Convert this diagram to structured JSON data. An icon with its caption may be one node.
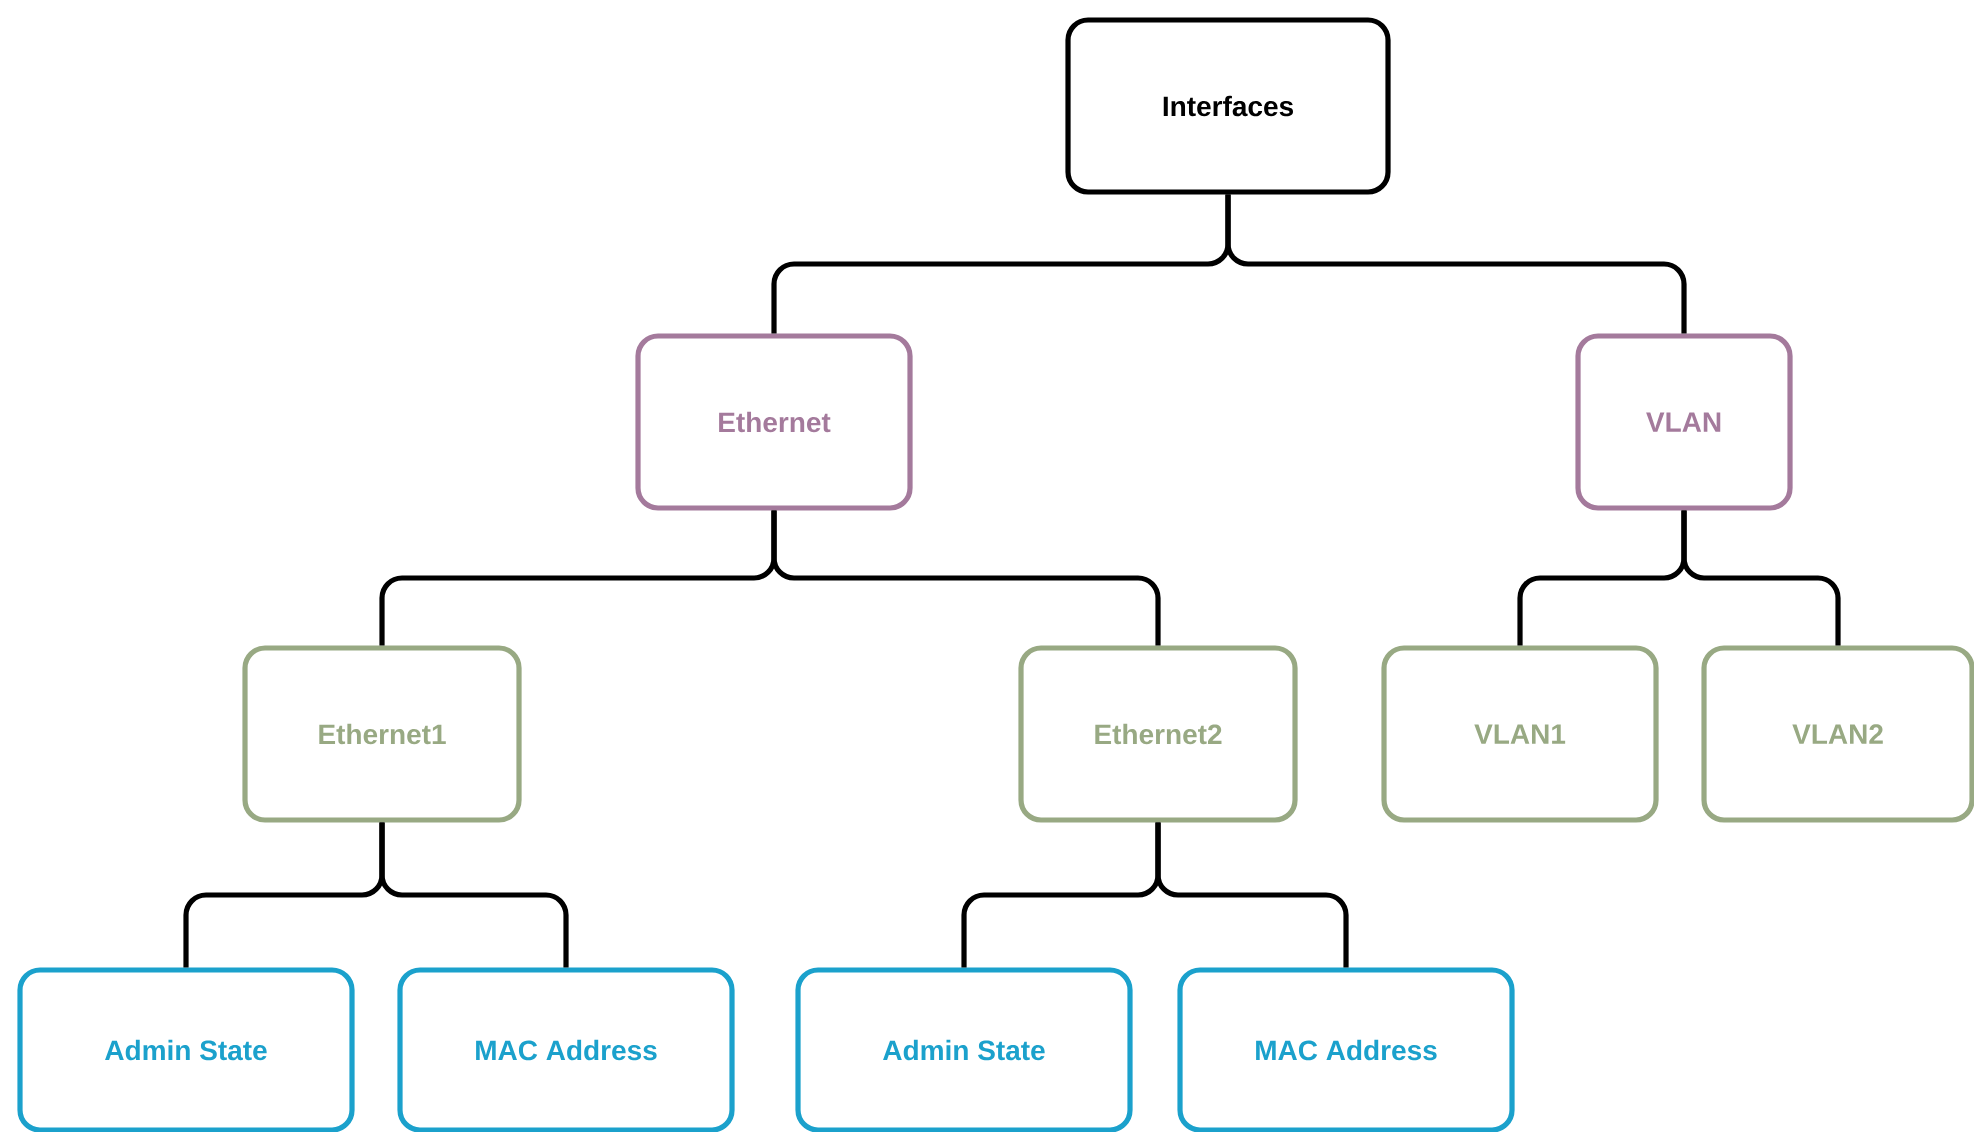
{
  "diagram": {
    "nodes": [
      {
        "text": [
          "Interfaces"
        ]
      },
      {
        "text": [
          "Ethernet"
        ]
      },
      {
        "text": [
          "VLAN"
        ]
      },
      {
        "text": [
          "Ethernet1"
        ]
      },
      {
        "text": [
          "Ethernet2"
        ]
      },
      {
        "text": [
          "VLAN1"
        ]
      },
      {
        "text": [
          "VLAN2"
        ]
      },
      {
        "text": [
          "Admin State"
        ]
      },
      {
        "text": [
          "MAC Address"
        ]
      },
      {
        "text": [
          "Admin State"
        ]
      },
      {
        "text": [
          "MAC Address"
        ]
      }
    ],
    "edges": [
      {
        "from": 0,
        "to": 1,
        "arrow": "none"
      },
      {
        "from": 0,
        "to": 2,
        "arrow": "none"
      },
      {
        "from": 1,
        "to": 3,
        "arrow": "none"
      },
      {
        "from": 1,
        "to": 4,
        "arrow": "none"
      },
      {
        "from": 2,
        "to": 5,
        "arrow": "none"
      },
      {
        "from": 2,
        "to": 6,
        "arrow": "none"
      },
      {
        "from": 3,
        "to": 7,
        "arrow": "none"
      },
      {
        "from": 3,
        "to": 8,
        "arrow": "none"
      },
      {
        "from": 4,
        "to": 9,
        "arrow": "none"
      },
      {
        "from": 4,
        "to": 10,
        "arrow": "none"
      }
    ]
  }
}
